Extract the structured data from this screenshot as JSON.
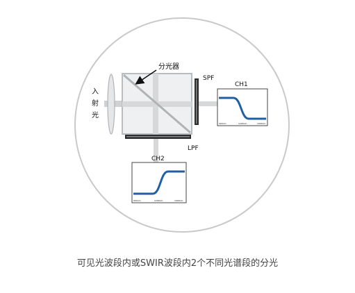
{
  "diagram": {
    "input_label_chars": [
      "入",
      "射",
      "光"
    ],
    "splitter_label": "分光器",
    "spf_label": "SPF",
    "lpf_label": "LPF",
    "ch1": {
      "title": "CH1",
      "ticks": [
        "900nm",
        "1290nm",
        "1900nm"
      ]
    },
    "ch2": {
      "title": "CH2",
      "ticks": [
        "900nm",
        "1290nm",
        "1900nm"
      ]
    },
    "colors": {
      "curve": "#1f5fa5",
      "beam": "#c8cacc",
      "cube_edge": "#b9bcbf",
      "filter": "#2c2c2c",
      "circle": "#c9c9c9"
    }
  },
  "caption": "可见光波段内或SWIR波段内2个不同光谱段的分光"
}
